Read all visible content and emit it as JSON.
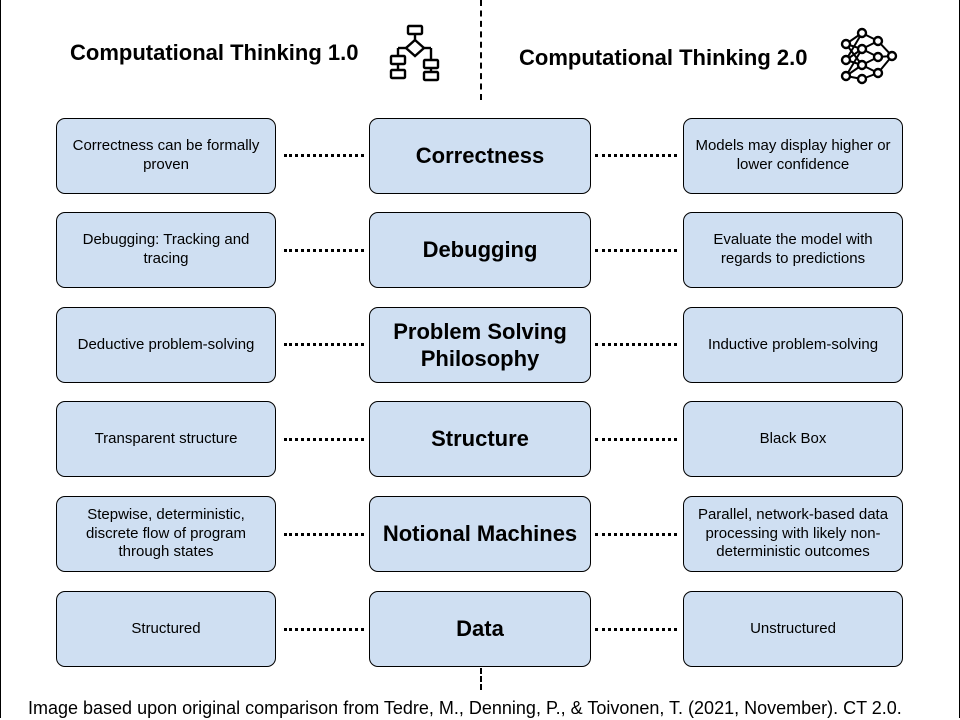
{
  "header": {
    "left_title": "Computational Thinking 1.0",
    "left_icon": "flowchart-icon",
    "right_title": "Computational Thinking 2.0",
    "right_icon": "neural-network-icon"
  },
  "rows": [
    {
      "left": "Correctness can be formally proven",
      "center": "Correctness",
      "right": "Models may display higher or lower confidence"
    },
    {
      "left": "Debugging: Tracking and tracing",
      "center": "Debugging",
      "right": "Evaluate the model with regards to predictions"
    },
    {
      "left": "Deductive problem-solving",
      "center": "Problem Solving Philosophy",
      "right": "Inductive problem-solving"
    },
    {
      "left": "Transparent structure",
      "center": "Structure",
      "right": "Black Box"
    },
    {
      "left": "Stepwise, deterministic, discrete flow of program through states",
      "center": "Notional Machines",
      "right": "Parallel, network-based data processing with likely non-deterministic outcomes"
    },
    {
      "left": "Structured",
      "center": "Data",
      "right": "Unstructured"
    }
  ],
  "caption": "Image based upon original comparison from Tedre, M., Denning, P., & Toivonen, T. (2021, November). CT 2.0.",
  "colors": {
    "box_fill": "#cfdff2",
    "border": "#000000"
  }
}
